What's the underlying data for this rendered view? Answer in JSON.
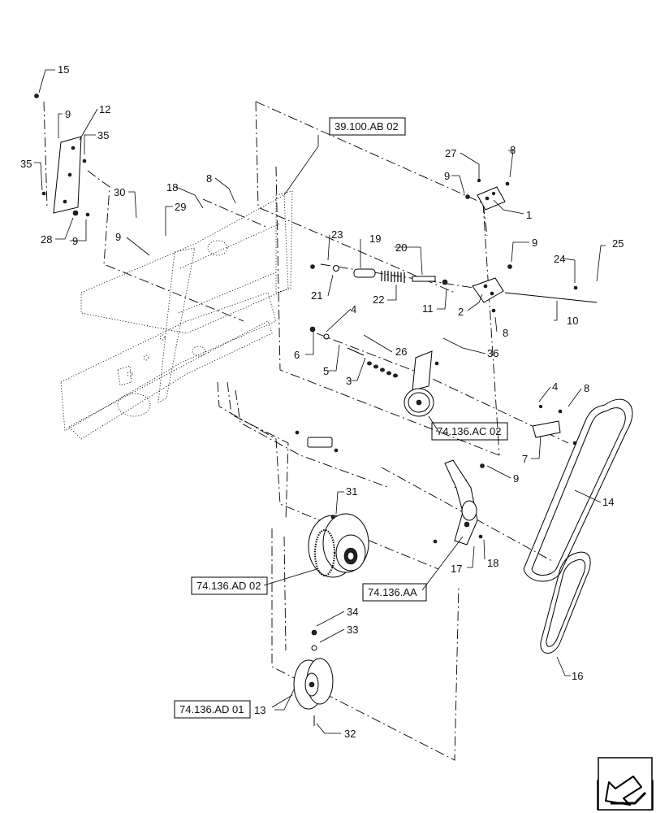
{
  "callouts": [
    "15",
    "9",
    "12",
    "35",
    "35",
    "28",
    "9",
    "30",
    "18",
    "29",
    "8",
    "9",
    "23",
    "19",
    "20",
    "21",
    "22",
    "11",
    "27",
    "8",
    "9",
    "1",
    "9",
    "2",
    "8",
    "10",
    "24",
    "25",
    "4",
    "6",
    "5",
    "26",
    "3",
    "36",
    "4",
    "8",
    "7",
    "14",
    "9",
    "31",
    "17",
    "18",
    "16",
    "34",
    "33",
    "13",
    "32"
  ],
  "reference_boxes": [
    "39.100.AB 02",
    "74.136.AC 02",
    "74.136.AD 02",
    "74.136.AA",
    "74.136.AD 01"
  ],
  "icons": {
    "nav_arrow": "back-arrow-icon"
  }
}
